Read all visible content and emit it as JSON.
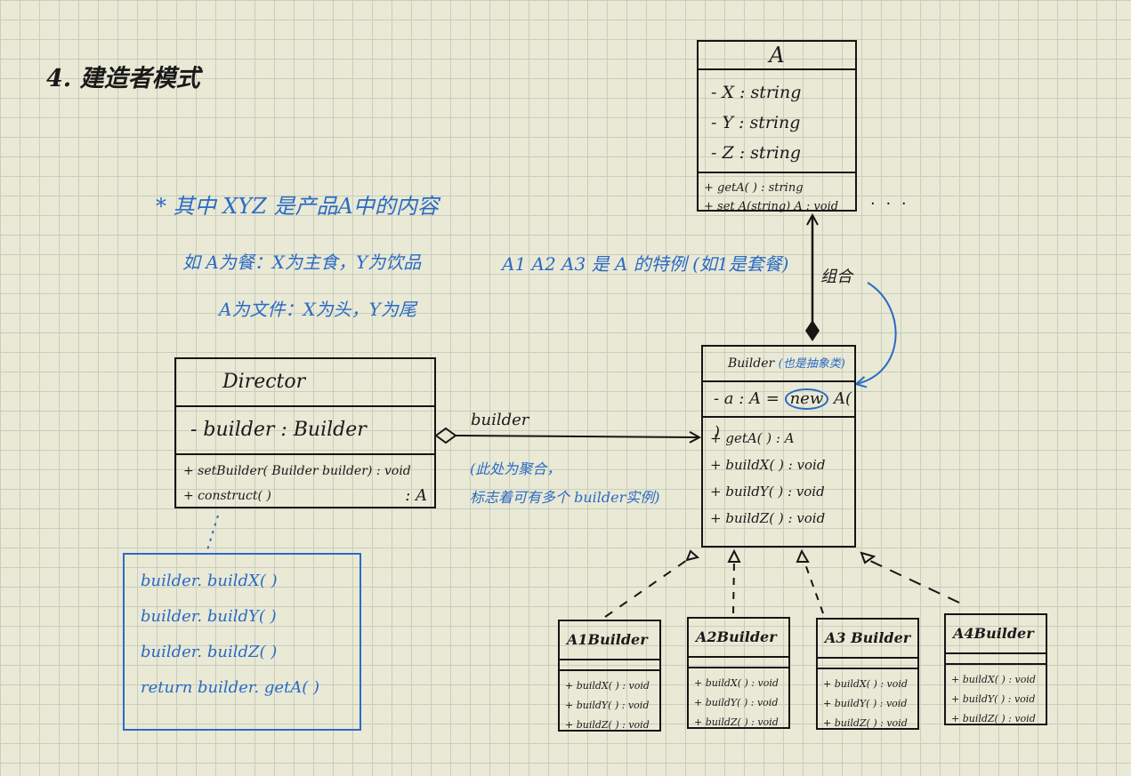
{
  "title": "4. 建造者模式",
  "class_a": {
    "name": "A",
    "attributes": [
      "- X : string",
      "- Y : string",
      "- Z : string"
    ],
    "operations": [
      "+ getA( ) : string",
      "+ set A(string) A : void"
    ],
    "ellipsis": ". . ."
  },
  "notes": {
    "xyz": "* 其中 XYZ 是产品A中的内容",
    "meal": "如  A为餐：X为主食，Y为饮品",
    "subclass": "A1  A2  A3  是 A 的特例 (如1是套餐)",
    "file": "A为文件：X为头，Y为尾",
    "compose": "组合",
    "aggregation_1": "(此处为聚合，",
    "aggregation_2": "标志着可有多个 builder实例)"
  },
  "director": {
    "name": "Director",
    "attribute": "- builder : Builder",
    "operations": [
      "+ setBuilder( Builder builder) : void",
      "+ construct( )"
    ],
    "construct_return": ": A"
  },
  "builder": {
    "name": "Builder",
    "note": "(也是抽象类)",
    "attr_prefix": "- a : A = ",
    "attr_new": "new",
    "attr_suffix": " A( )",
    "operations": [
      "+ getA( ) : A",
      "+ buildX( ) : void",
      "+ buildY( ) : void",
      "+ buildZ( ) : void"
    ]
  },
  "association_label": "builder",
  "construct_code": [
    "builder. buildX( )",
    "builder. buildY( )",
    "builder. buildZ( )",
    "return   builder. getA( )"
  ],
  "sub_builders": [
    {
      "name": "A1Builder",
      "operations": [
        "+ buildX( ) : void",
        "+ buildY( ) : void",
        "+ buildZ( ) : void"
      ]
    },
    {
      "name": "A2Builder",
      "operations": [
        "+ buildX( ) : void",
        "+ buildY( ) : void",
        "+ buildZ( ) : void"
      ]
    },
    {
      "name": "A3 Builder",
      "operations": [
        "+ buildX( ) : void",
        "+ buildY( ) : void",
        "+ buildZ( ) : void"
      ]
    },
    {
      "name": "A4Builder",
      "operations": [
        "+ buildX( ) : void",
        "+ buildY( ) : void",
        "+ buildZ( ) : void"
      ]
    }
  ]
}
